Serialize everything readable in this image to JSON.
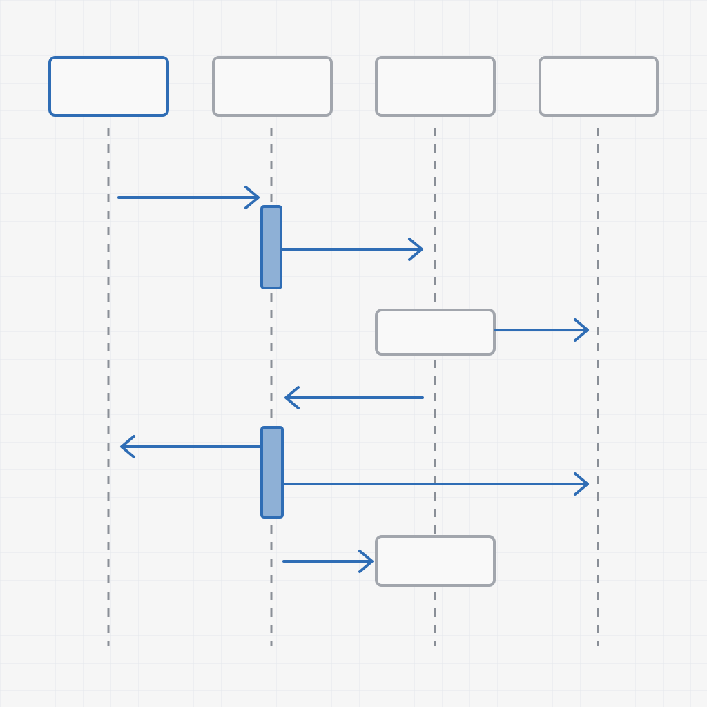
{
  "colors": {
    "background": "#f6f6f6",
    "grid": "#e4e7ec",
    "accent": "#2f6db5",
    "accent_fill": "#8eb0d6",
    "box_border_gray": "#a2a6ad",
    "box_fill": "#f9f9f9",
    "lifeline": "#8a8f97"
  },
  "diagram": {
    "type": "sequence-diagram",
    "participants": [
      {
        "id": "p1",
        "label": "",
        "highlighted": true
      },
      {
        "id": "p2",
        "label": "",
        "highlighted": false
      },
      {
        "id": "p3",
        "label": "",
        "highlighted": false
      },
      {
        "id": "p4",
        "label": "",
        "highlighted": false
      }
    ],
    "messages": [
      {
        "from": "p1",
        "to": "p2",
        "direction": "right"
      },
      {
        "from": "p2",
        "to": "p3",
        "direction": "right"
      },
      {
        "from": "p3",
        "to": "p4",
        "direction": "right"
      },
      {
        "from": "p3",
        "to": "p2",
        "direction": "left"
      },
      {
        "from": "p2",
        "to": "p1",
        "direction": "left"
      },
      {
        "from": "p2",
        "to": "p4",
        "direction": "right"
      },
      {
        "from": "p2",
        "to": "p3",
        "direction": "right"
      }
    ],
    "activations": [
      {
        "participant": "p2",
        "covers_messages": [
          0,
          1
        ]
      },
      {
        "participant": "p2",
        "covers_messages": [
          4,
          5
        ]
      }
    ],
    "inline_boxes": [
      {
        "participant": "p3",
        "label": ""
      },
      {
        "participant": "p3",
        "label": ""
      }
    ]
  }
}
